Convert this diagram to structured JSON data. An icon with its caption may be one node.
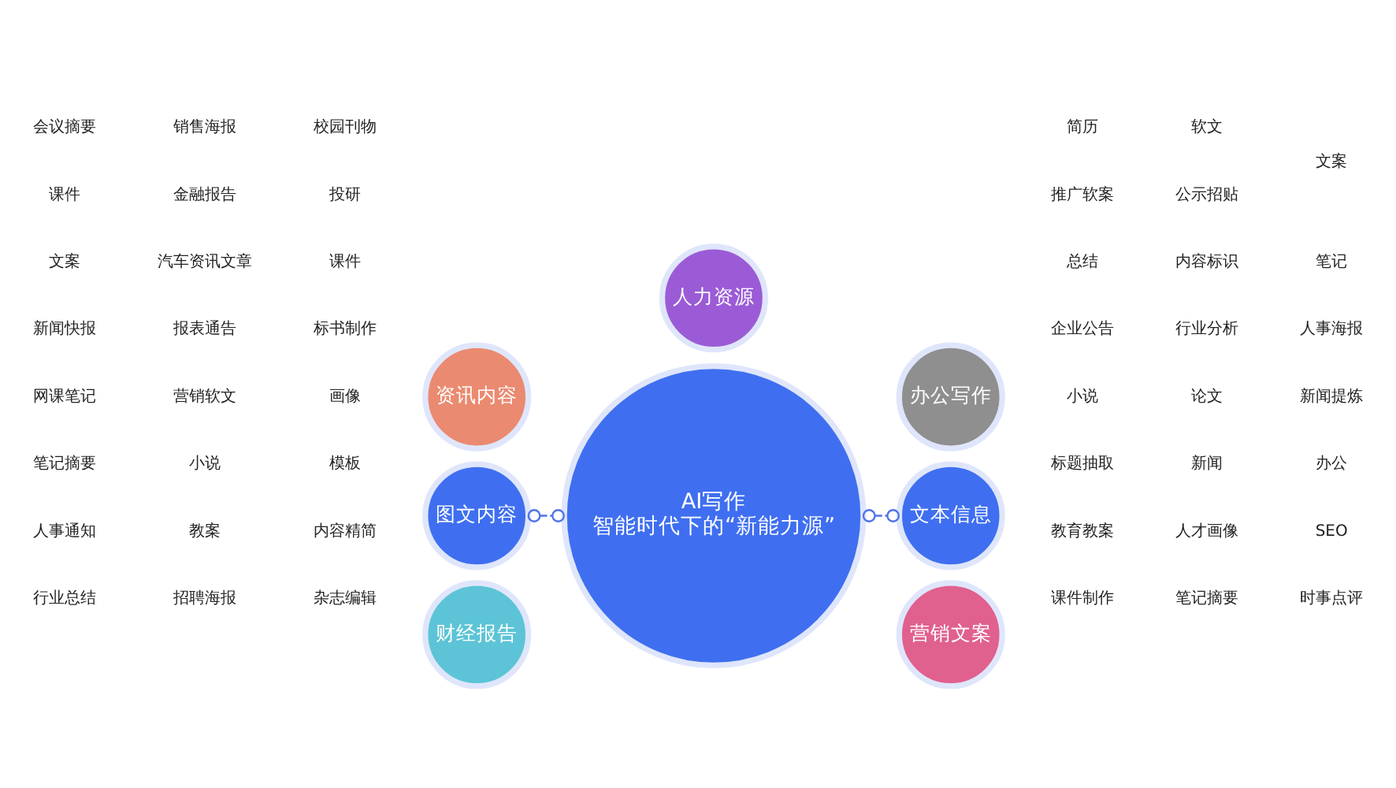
{
  "diagram": {
    "nodes": [
      {
        "text": [
          "人力资源"
        ]
      },
      {
        "text": [
          "资讯内容"
        ]
      },
      {
        "text": [
          "办公写作"
        ]
      },
      {
        "text": [
          "图文内容"
        ]
      },
      {
        "text": [
          "AI写作",
          "智能时代下的“新能力源”"
        ]
      },
      {
        "text": [
          "文本信息"
        ]
      },
      {
        "text": [
          "财经报告"
        ]
      },
      {
        "text": [
          "营销文案"
        ]
      }
    ],
    "edges": [
      {
        "from": 3,
        "to": 4,
        "arrow": "other",
        "style": "dashed"
      },
      {
        "from": 4,
        "to": 5,
        "arrow": "other",
        "style": "dashed"
      }
    ],
    "labels": [
      "行业总结",
      "人事通知",
      "笔记摘要",
      "网课笔记",
      "新闻快报",
      "文案",
      "课件",
      "会议摘要",
      "招聘海报",
      "教案",
      "小说",
      "营销软文",
      "报表通告",
      "汽车资讯文章",
      "金融报告",
      "销售海报",
      "杂志编辑",
      "内容精简",
      "模板",
      "画像",
      "标书制作",
      "课件",
      "投研",
      "校园刊物",
      "课件制作",
      "教育教案",
      "标题抽取",
      "小说",
      "企业公告",
      "总结",
      "简历",
      "推广软案",
      "笔记摘要",
      "人才画像",
      "新闻",
      "论文",
      "行业分析",
      "内容标识",
      "软文",
      "公示招贴",
      "时事点评",
      "SEO",
      "办公",
      "新闻提炼",
      "人事海报",
      "笔记",
      "文案"
    ]
  }
}
